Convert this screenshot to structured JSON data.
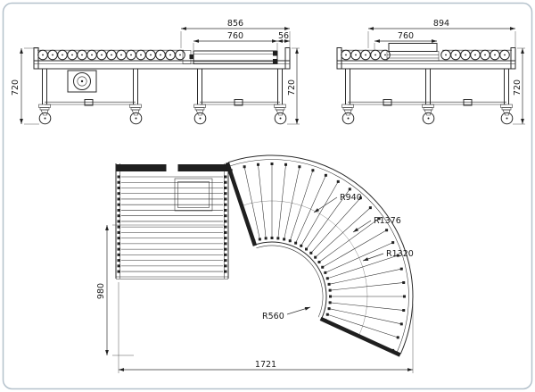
{
  "drawing": {
    "side_view_a": {
      "dim_total_length": "856",
      "dim_roller_length": "760",
      "dim_end_offset": "56",
      "dim_height_left": "720",
      "dim_height_right": "720"
    },
    "side_view_b": {
      "dim_total_length": "894",
      "dim_roller_length": "760",
      "dim_height_right": "720"
    },
    "plan_view": {
      "dim_depth": "980",
      "dim_width": "1721",
      "radius_centerline": "R940",
      "radius_outer_frame": "R1376",
      "radius_outer_roller": "R1320",
      "radius_inner": "R560"
    }
  }
}
